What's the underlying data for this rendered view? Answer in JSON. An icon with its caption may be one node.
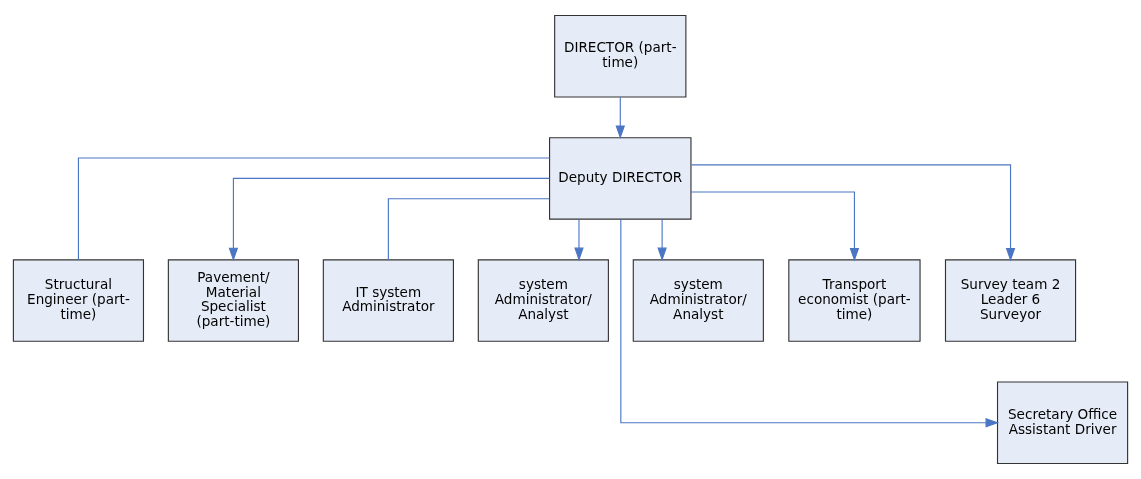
{
  "diagram": {
    "nodes": [
      {
        "text": [
          "DIRECTOR (part-time)"
        ]
      },
      {
        "text": [
          "Deputy DIRECTOR"
        ]
      },
      {
        "text": [
          "Structural Engineer (part-time)"
        ]
      },
      {
        "text": [
          "Pavement/ Material Specialist (part-time)"
        ]
      },
      {
        "text": [
          "IT system Administrator"
        ]
      },
      {
        "text": [
          "system Administrator/ Analyst"
        ]
      },
      {
        "text": [
          "system Administrator/ Analyst"
        ]
      },
      {
        "text": [
          "Transport economist (part-time)"
        ]
      },
      {
        "text": [
          "Survey team 2 Leader 6 Surveyor"
        ]
      },
      {
        "text": [
          "Secretary Office Assistant Driver"
        ]
      }
    ],
    "edges": [
      {
        "from": 0,
        "to": 1,
        "arrow": "to"
      },
      {
        "from": 1,
        "to": 2,
        "arrow": "none"
      },
      {
        "from": 1,
        "to": 3,
        "arrow": "to"
      },
      {
        "from": 1,
        "to": 4,
        "arrow": "none"
      },
      {
        "from": 1,
        "to": 5,
        "arrow": "to"
      },
      {
        "from": 1,
        "to": 6,
        "arrow": "to"
      },
      {
        "from": 1,
        "to": 7,
        "arrow": "to"
      },
      {
        "from": 1,
        "to": 8,
        "arrow": "to"
      },
      {
        "from": 1,
        "to": 9,
        "arrow": "to"
      }
    ]
  }
}
